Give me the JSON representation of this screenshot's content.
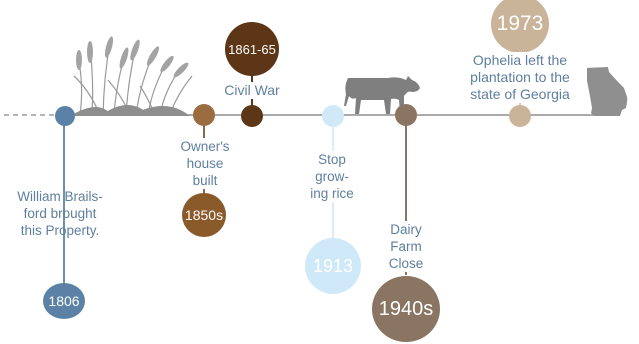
{
  "events": [
    {
      "year": "1806",
      "label": "William Brails-\nford brought\nthis Property.",
      "color": "#5b82a6"
    },
    {
      "year": "1850s",
      "label": "Owner's\nhouse\nbuilt",
      "color": "#8b5a2b"
    },
    {
      "year": "1861-65",
      "label": "Civil War",
      "color": "#5c3617"
    },
    {
      "year": "1913",
      "label": "Stop\ngrow-\ning rice",
      "color": "#cfe9f8"
    },
    {
      "year": "1940s",
      "label": "Dairy\nFarm\nClose",
      "color": "#8a7563"
    },
    {
      "year": "1973",
      "label": "Ophelia left the\nplantation to the\nstate of Georgia",
      "color": "#c9b49a"
    }
  ],
  "icons": {
    "grass": "wheat-grass-icon",
    "cow": "cow-icon",
    "state": "georgia-state-icon"
  },
  "colors": {
    "timeline": "#777777",
    "text": "#5f7f9f"
  }
}
